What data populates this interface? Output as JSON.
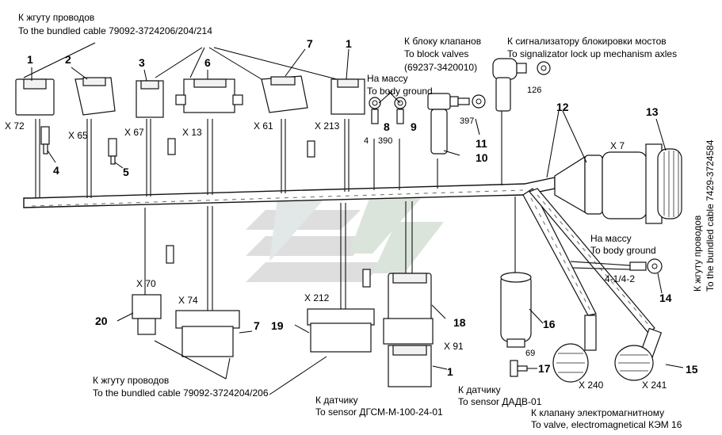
{
  "labels": {
    "top_left_ru": "К жгуту проводов",
    "top_left_en": "To the bundled cable 79092-3724206/204/214",
    "block_ru": "К блоку клапанов",
    "block_en": "To block valves",
    "block_code": "(69237-3420010)",
    "signal_ru": "К сигнализатору блокировки мостов",
    "signal_en": "To signalizator lock up mechanism axles",
    "ground1_ru": "На массу",
    "ground1_en": "To body ground",
    "ground2_ru": "На массу",
    "ground2_en": "To body ground",
    "ground2_code": "4-1/4-2",
    "right_vert_ru": "К жгуту проводов",
    "right_vert_en": "To the bundled cable 7429-3724584",
    "bottom_left_ru": "К жгуту проводов",
    "bottom_left_en": "To the bundled cable 79092-3724204/206",
    "sensor1_ru": "К датчику",
    "sensor1_en": "To sensor ДГСМ-М-100-24-01",
    "sensor2_ru": "К датчику",
    "sensor2_en": "To sensor ДАДВ-01",
    "valve_ru": "К клапану электромагнитному",
    "valve_en": "To valve, electromagnetical КЭМ 16"
  },
  "connectors": {
    "x72": "X 72",
    "x65": "X 65",
    "x67": "X 67",
    "x13": "X 13",
    "x61": "X 61",
    "x213": "X 213",
    "x7": "X 7",
    "x70": "X 70",
    "x74": "X 74",
    "x212": "X 212",
    "x91": "X 91",
    "x240": "X 240",
    "x241": "X 241"
  },
  "wire_numbers": {
    "w4": "4",
    "w390": "390",
    "w397": "397",
    "w126": "126",
    "w69": "69"
  },
  "callouts": {
    "c1a": "1",
    "c2": "2",
    "c3": "3",
    "c6": "6",
    "c7a": "7",
    "c1b": "1",
    "c4": "4",
    "c5": "5",
    "c8": "8",
    "c9": "9",
    "c10": "10",
    "c11": "11",
    "c12": "12",
    "c13": "13",
    "c14": "14",
    "c15": "15",
    "c16": "16",
    "c17": "17",
    "c18": "18",
    "c19": "19",
    "c20": "20",
    "c7b": "7",
    "c1c": "1"
  }
}
